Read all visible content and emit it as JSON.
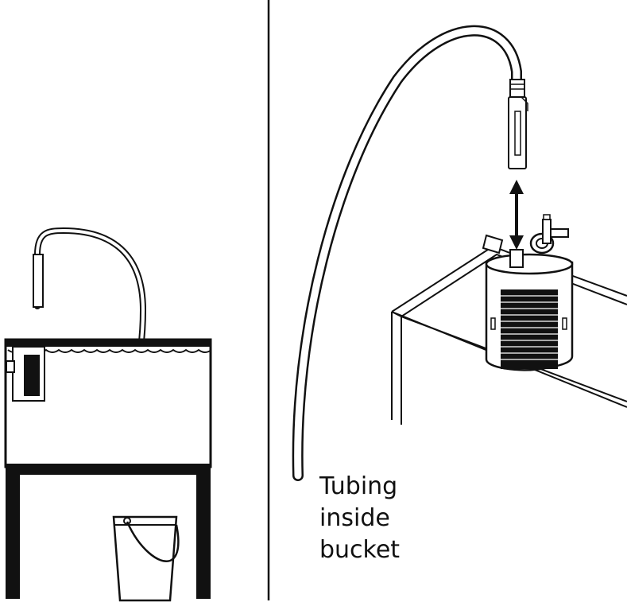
{
  "caption": {
    "line1": "Tubing",
    "line2": "inside",
    "line3": "bucket"
  },
  "colors": {
    "ink": "#111111",
    "paper": "#ffffff"
  }
}
